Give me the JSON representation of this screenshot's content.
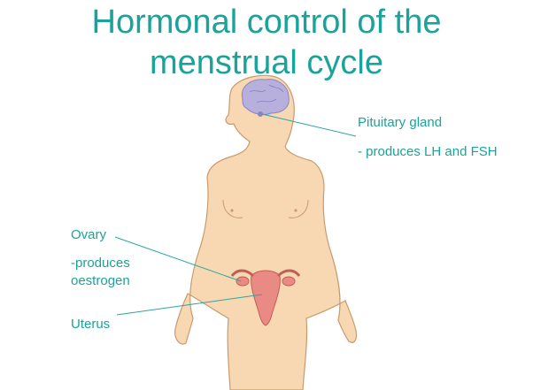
{
  "title": {
    "line1": "Hormonal control of the",
    "line2": "menstrual cycle"
  },
  "labels": {
    "pituitary": "Pituitary gland",
    "pituitary_desc": "- produces LH and FSH",
    "ovary": "Ovary",
    "ovary_desc": "-produces oestrogen",
    "uterus": "Uterus"
  },
  "colors": {
    "label_text": "#1aa39a",
    "skin": "#f7d8b3",
    "outline": "#c99a6e",
    "brain": "#b7b0dd",
    "uterus": "#e98b84",
    "leader_line": "#2aa79e"
  }
}
